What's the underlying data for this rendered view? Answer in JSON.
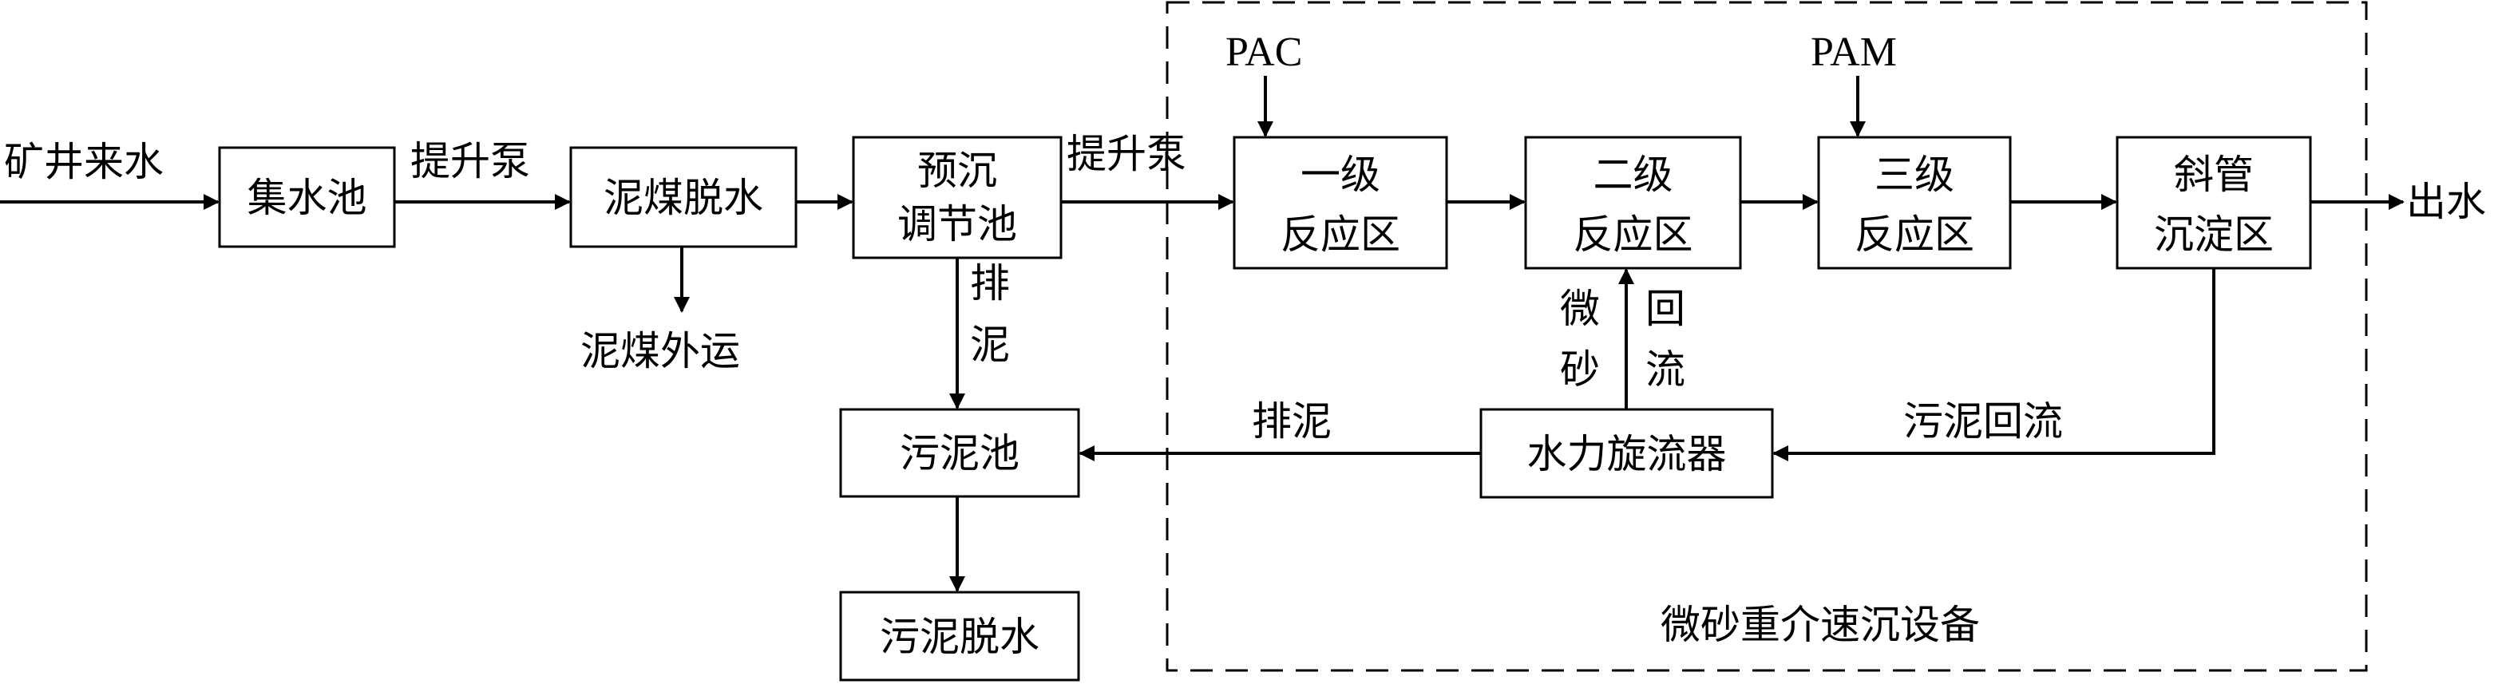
{
  "inputs": {
    "mine_water": "矿井来水",
    "pac": "PAC",
    "pam": "PAM"
  },
  "boxes": {
    "collection_tank": "集水池",
    "slime_dewatering": "泥煤脱水",
    "pre_settling_line1": "预沉",
    "pre_settling_line2": "调节池",
    "reaction_1_line1": "一级",
    "reaction_1_line2": "反应区",
    "reaction_2_line1": "二级",
    "reaction_2_line2": "反应区",
    "reaction_3_line1": "三级",
    "reaction_3_line2": "反应区",
    "inclined_tube_line1": "斜管",
    "inclined_tube_line2": "沉淀区",
    "hydrocyclone": "水力旋流器",
    "sludge_tank": "污泥池",
    "sludge_dewatering": "污泥脱水"
  },
  "labels": {
    "lift_pump_1": "提升泵",
    "lift_pump_2": "提升泵",
    "slime_outbound": "泥煤外运",
    "discharge_sludge_vertical_1": "排",
    "discharge_sludge_vertical_2": "泥",
    "discharge_sludge": "排泥",
    "microsand_1": "微",
    "microsand_2": "砂",
    "return_1": "回",
    "return_2": "流",
    "sludge_return": "污泥回流",
    "outlet": "出水"
  },
  "equipment_group": {
    "label": "微砂重介速沉设备"
  }
}
